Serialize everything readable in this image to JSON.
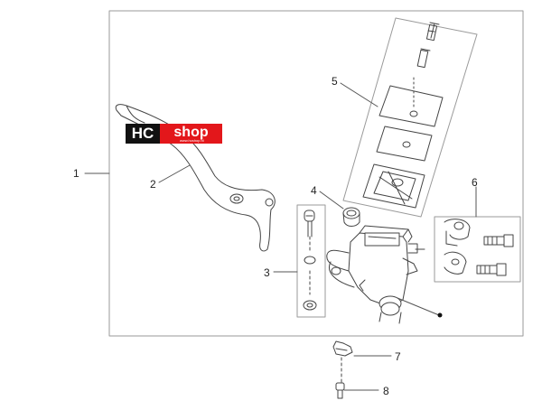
{
  "logo": {
    "part1": "HC",
    "part2": "shop",
    "url": "www.hcshop.nl"
  },
  "callouts": [
    {
      "id": "1",
      "label": "1"
    },
    {
      "id": "2",
      "label": "2"
    },
    {
      "id": "3",
      "label": "3"
    },
    {
      "id": "4",
      "label": "4"
    },
    {
      "id": "5",
      "label": "5"
    },
    {
      "id": "6",
      "label": "6"
    },
    {
      "id": "7",
      "label": "7"
    },
    {
      "id": "8",
      "label": "8"
    }
  ],
  "colors": {
    "line": "#555555",
    "frame": "#9a9a9a",
    "logo_red": "#e3171b",
    "logo_black": "#111111"
  }
}
